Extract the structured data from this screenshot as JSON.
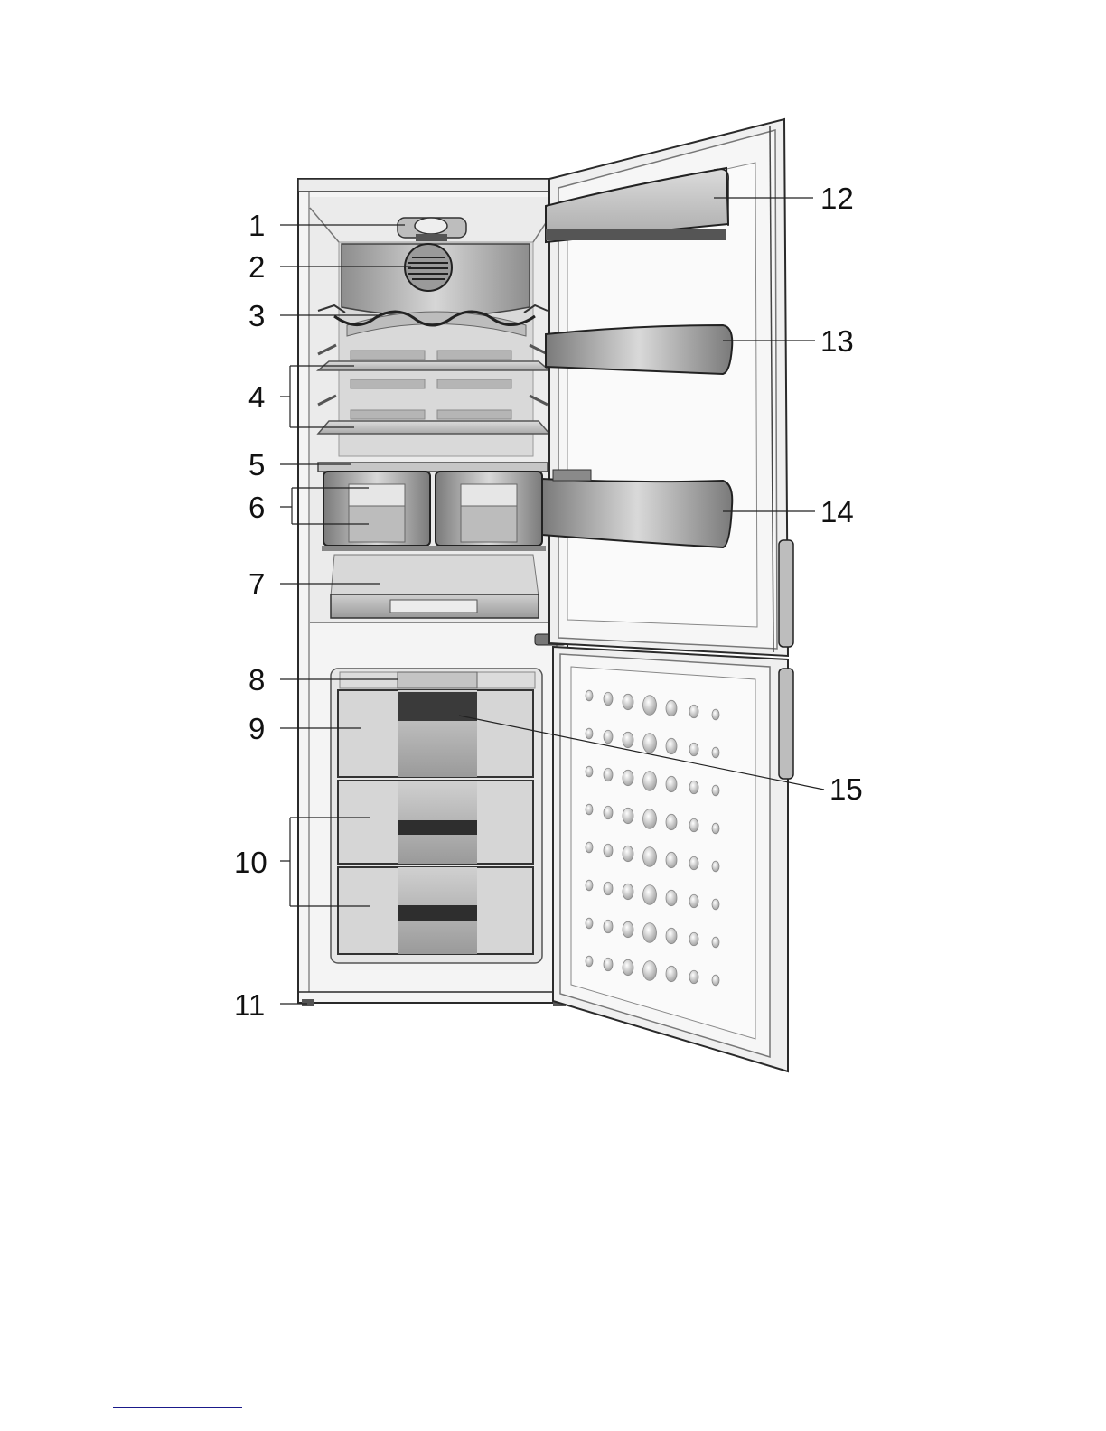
{
  "diagram": {
    "type": "labeled-illustration",
    "subject": "fridge-freezer",
    "callouts": [
      {
        "id": "c1",
        "label": "1"
      },
      {
        "id": "c2",
        "label": "2"
      },
      {
        "id": "c3",
        "label": "3"
      },
      {
        "id": "c4",
        "label": "4"
      },
      {
        "id": "c5",
        "label": "5"
      },
      {
        "id": "c6",
        "label": "6"
      },
      {
        "id": "c7",
        "label": "7"
      },
      {
        "id": "c8",
        "label": "8"
      },
      {
        "id": "c9",
        "label": "9"
      },
      {
        "id": "c10",
        "label": "10"
      },
      {
        "id": "c11",
        "label": "11"
      },
      {
        "id": "c12",
        "label": "12"
      },
      {
        "id": "c13",
        "label": "13"
      },
      {
        "id": "c14",
        "label": "14"
      },
      {
        "id": "c15",
        "label": "15"
      }
    ]
  },
  "colors": {
    "outline": "#2a2a2a",
    "body": "#f2f2f2",
    "interior": "#e3e3e3",
    "part_light": "#c8c8c8",
    "part_mid": "#a8a8a8",
    "part_dark": "#6e6e6e",
    "flap_dark": "#3a3a3a",
    "footnote_rule": "#1a1a8a"
  }
}
